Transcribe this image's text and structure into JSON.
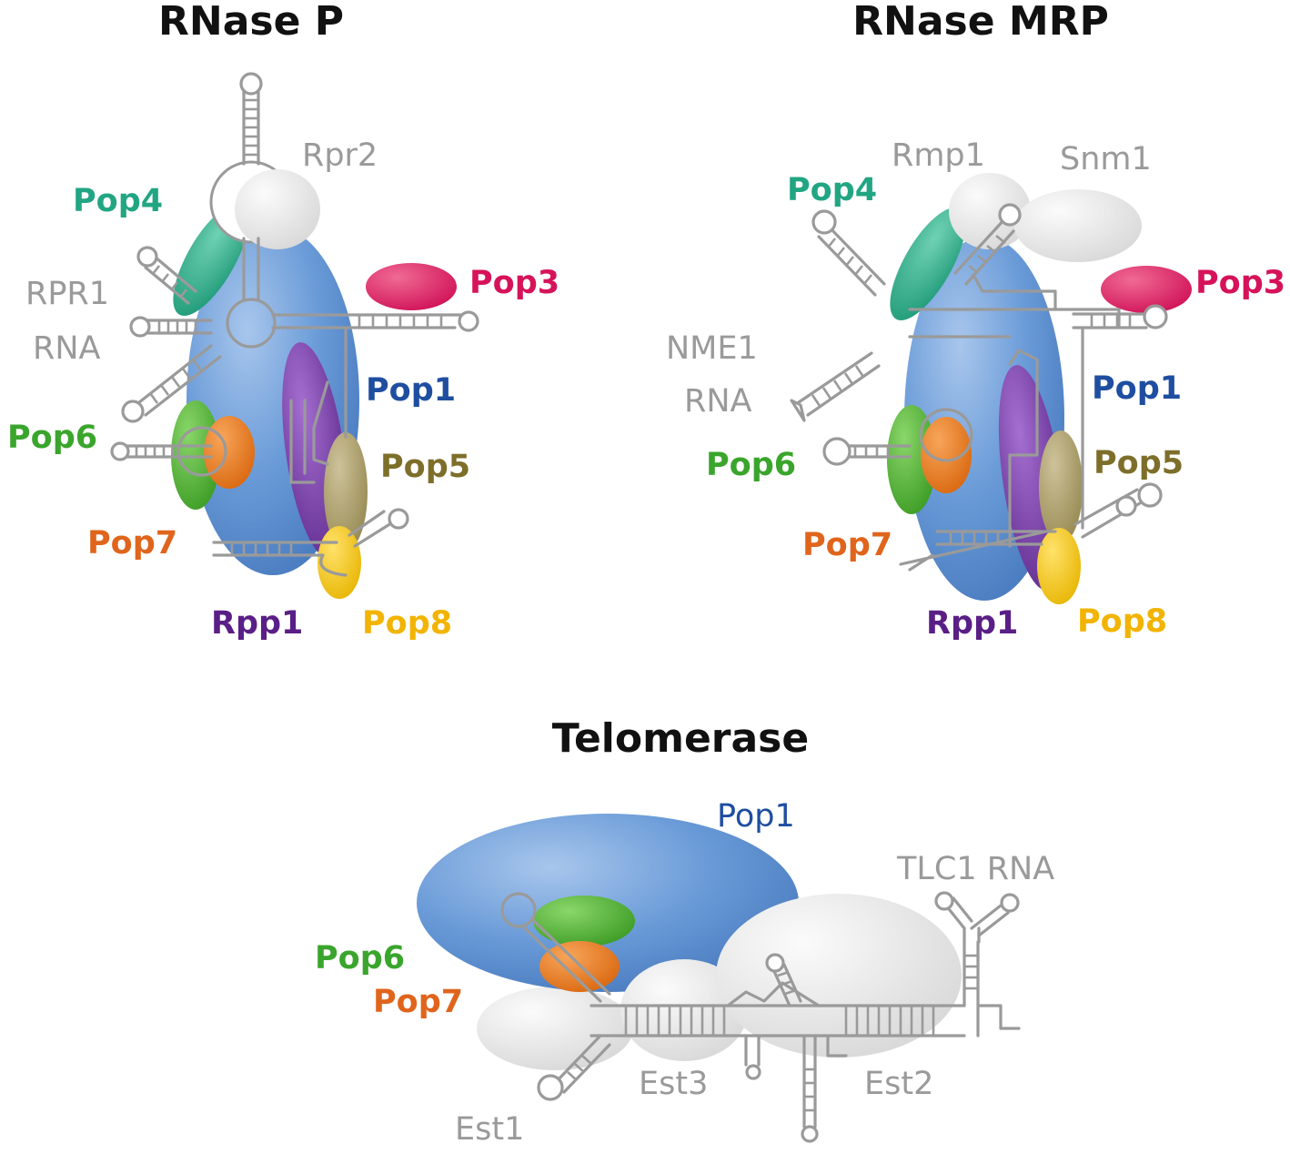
{
  "panels": {
    "rnase_p": {
      "title": "RNase P",
      "labels": {
        "rpr2": "Rpr2",
        "pop4": "Pop4",
        "rpr1_line1": "RPR1",
        "rpr1_line2": "RNA",
        "pop3": "Pop3",
        "pop1": "Pop1",
        "pop6": "Pop6",
        "pop5": "Pop5",
        "pop7": "Pop7",
        "rpp1": "Rpp1",
        "pop8": "Pop8"
      }
    },
    "rnase_mrp": {
      "title": "RNase MRP",
      "labels": {
        "rmp1": "Rmp1",
        "snm1": "Snm1",
        "pop4": "Pop4",
        "pop3": "Pop3",
        "nme1_line1": "NME1",
        "nme1_line2": "RNA",
        "pop1": "Pop1",
        "pop6": "Pop6",
        "pop5": "Pop5",
        "pop7": "Pop7",
        "rpp1": "Rpp1",
        "pop8": "Pop8"
      }
    },
    "telomerase": {
      "title": "Telomerase",
      "labels": {
        "pop1": "Pop1",
        "tlc1": "TLC1 RNA",
        "pop6": "Pop6",
        "pop7": "Pop7",
        "est3": "Est3",
        "est2": "Est2",
        "est1": "Est1"
      }
    }
  },
  "colors": {
    "pop1": "#5b8fd1",
    "pop4": "#2aa885",
    "pop3": "#e0195f",
    "pop6": "#4cb030",
    "pop7": "#e87312",
    "pop5": "#a89c5c",
    "rpp1": "#7a3aa8",
    "pop8": "#f5c400",
    "accessory": "#e6e6e6",
    "rna": "#9a9a9a",
    "label_gray": "#9a9a9a",
    "label_pop4": "#22a582",
    "label_pop3": "#d6135a",
    "label_pop1": "#1f4ea0",
    "label_pop6": "#3aa52c",
    "label_pop5": "#7d6f2a",
    "label_pop7": "#e0651c",
    "label_rpp1": "#5a1f86",
    "label_pop8": "#f2b400"
  }
}
